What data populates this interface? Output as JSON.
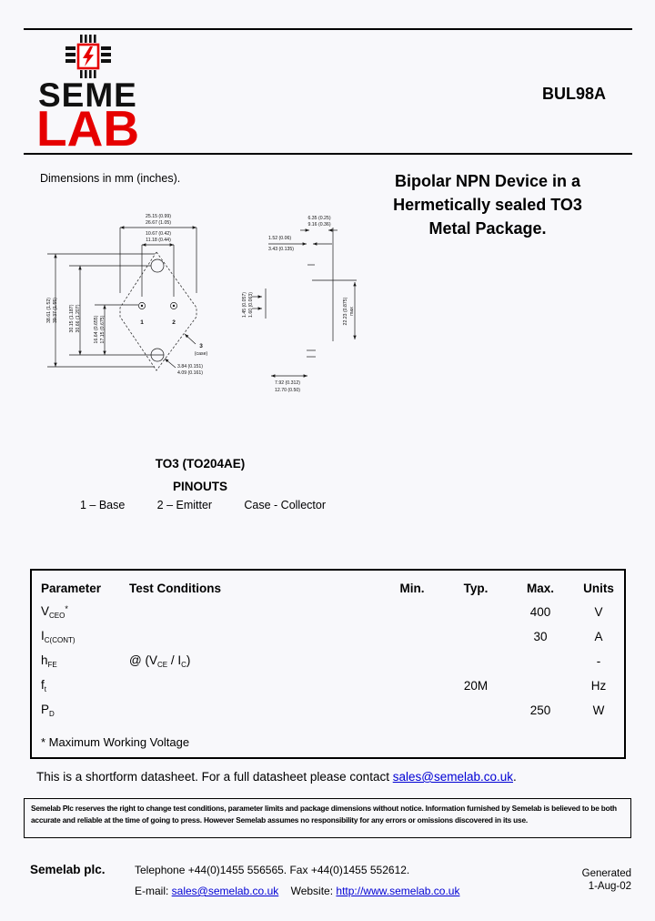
{
  "page": {
    "product": "BUL98A",
    "dimensions_note": "Dimensions in mm (inches).",
    "title_line1": "Bipolar NPN Device in a",
    "title_line2": "Hermetically sealed TO3",
    "title_line3": "Metal Package."
  },
  "logo": {
    "seme": "SEME",
    "lab": "LAB",
    "accent_red": "#e60000"
  },
  "drawing": {
    "front": {
      "dim_width_1": "25.15 (0.99)",
      "dim_width_2": "26.67 (1.05)",
      "dim_pinspace_1": "10.67 (0.42)",
      "dim_pinspace_2": "11.18 (0.44)",
      "dim_length_1": "38.61 (1.52)",
      "dim_length_2": "39.37 (1.55)",
      "dim_holes_1": "30.15 (1.187)",
      "dim_holes_2": "30.66 (1.207)",
      "dim_pinhole_1": "16.64 (0.655)",
      "dim_pinhole_2": "17.15 (0.675)",
      "dim_holedia_1": "3.84 (0.151)",
      "dim_holedia_2": "4.09 (0.161)",
      "pin1": "1",
      "pin2": "2",
      "pin3": "3",
      "case": "(case)"
    },
    "side": {
      "dim_cap_1": "6.35 (0.25)",
      "dim_cap_2": "9.16 (0.36)",
      "dim_offset_1": "1.52 (0.06)",
      "dim_offset_2": "3.43 (0.135)",
      "dim_pindia_1": "1.45 (0.057)",
      "dim_pindia_2": "1.60 (0.063)",
      "dim_height_1": "22.23 (0.875)",
      "dim_height_2": "max",
      "dim_pinlen_1": "7.92 (0.312)",
      "dim_pinlen_2": "12.70 (0.50)"
    }
  },
  "pinouts": {
    "package": "TO3 (TO204AE)",
    "heading": "PINOUTS",
    "pin1": "1 – Base",
    "pin2": "2 – Emitter",
    "pin3": "Case - Collector"
  },
  "table": {
    "headers": {
      "parameter": "Parameter",
      "conditions": "Test Conditions",
      "min": "Min.",
      "typ": "Typ.",
      "max": "Max.",
      "units": "Units"
    },
    "rows": [
      {
        "base": "V",
        "sub": "CEO",
        "sup": "*",
        "cond_pre": "",
        "cond_sub1": "",
        "cond_mid": "",
        "cond_sub2": "",
        "cond_post": "",
        "min": "",
        "typ": "",
        "max": "400",
        "units": "V"
      },
      {
        "base": "I",
        "sub": "C(CONT)",
        "sup": "",
        "cond_pre": "",
        "cond_sub1": "",
        "cond_mid": "",
        "cond_sub2": "",
        "cond_post": "",
        "min": "",
        "typ": "",
        "max": "30",
        "units": "A"
      },
      {
        "base": "h",
        "sub": "FE",
        "sup": "",
        "cond_pre": "@  (V",
        "cond_sub1": "CE",
        "cond_mid": " / I",
        "cond_sub2": "C",
        "cond_post": ")",
        "min": "",
        "typ": "",
        "max": "",
        "units": "-"
      },
      {
        "base": "f",
        "sub": "t",
        "sup": "",
        "cond_pre": "",
        "cond_sub1": "",
        "cond_mid": "",
        "cond_sub2": "",
        "cond_post": "",
        "min": "",
        "typ": "20M",
        "max": "",
        "units": "Hz"
      },
      {
        "base": "P",
        "sub": "D",
        "sup": "",
        "cond_pre": "",
        "cond_sub1": "",
        "cond_mid": "",
        "cond_sub2": "",
        "cond_post": "",
        "min": "",
        "typ": "",
        "max": "250",
        "units": "W"
      }
    ],
    "footnote": "* Maximum Working Voltage"
  },
  "shortform": {
    "text_before": "This is a shortform datasheet. For a full datasheet please contact ",
    "email": "sales@semelab.co.uk",
    "text_after": "."
  },
  "disclaimer": "Semelab Plc reserves the right to change test conditions, parameter limits and package dimensions without notice. Information furnished by Semelab is believed to be both accurate and reliable at the time of going to press. However Semelab assumes no responsibility for any errors or omissions discovered in its use.",
  "footer": {
    "company": "Semelab plc.",
    "phone": "Telephone +44(0)1455 556565. Fax +44(0)1455 552612.",
    "email_label": "E-mail: ",
    "email": "sales@semelab.co.uk",
    "website_label": "Website: ",
    "website": "http://www.semelab.co.uk",
    "generated_label": "Generated",
    "generated_date": "1-Aug-02"
  }
}
